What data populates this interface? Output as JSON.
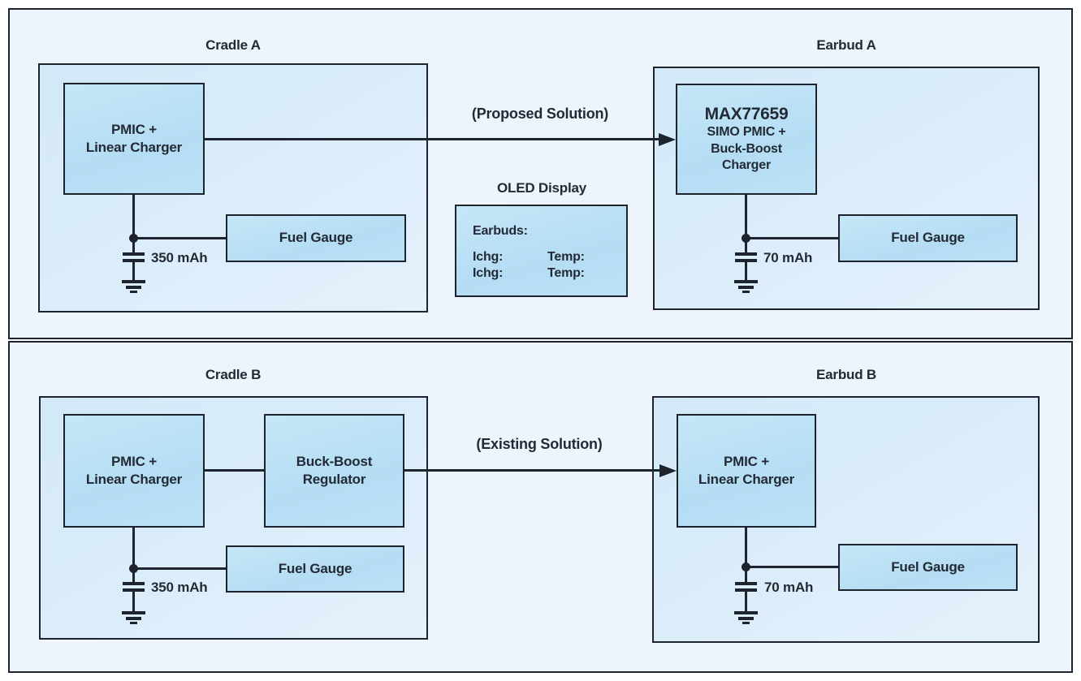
{
  "colors": {
    "panel_bg": "#eef4fb",
    "group_bg": "#d9ecf9",
    "box_bg": "#b8def4",
    "line": "#1e242e",
    "text": "#232a36"
  },
  "top": {
    "cradle": {
      "title": "Cradle A",
      "pmic": "PMIC +\nLinear Charger",
      "fuel_gauge": "Fuel Gauge",
      "battery": "350 mAh"
    },
    "middle": {
      "arrow_label": "(Proposed Solution)",
      "oled_title": "OLED Display",
      "oled_heading": "Earbuds:",
      "row1_left": "Ichg:",
      "row1_right": "Temp:",
      "row2_left": "Ichg:",
      "row2_right": "Temp:"
    },
    "earbud": {
      "title": "Earbud A",
      "chip_name": "MAX77659",
      "chip_sub": "SIMO PMIC +\nBuck-Boost\nCharger",
      "fuel_gauge": "Fuel Gauge",
      "battery": "70 mAh"
    }
  },
  "bottom": {
    "cradle": {
      "title": "Cradle B",
      "pmic": "PMIC +\nLinear Charger",
      "buck_boost": "Buck-Boost\nRegulator",
      "fuel_gauge": "Fuel Gauge",
      "battery": "350 mAh"
    },
    "middle": {
      "arrow_label": "(Existing Solution)"
    },
    "earbud": {
      "title": "Earbud B",
      "pmic": "PMIC +\nLinear Charger",
      "fuel_gauge": "Fuel Gauge",
      "battery": "70 mAh"
    }
  }
}
